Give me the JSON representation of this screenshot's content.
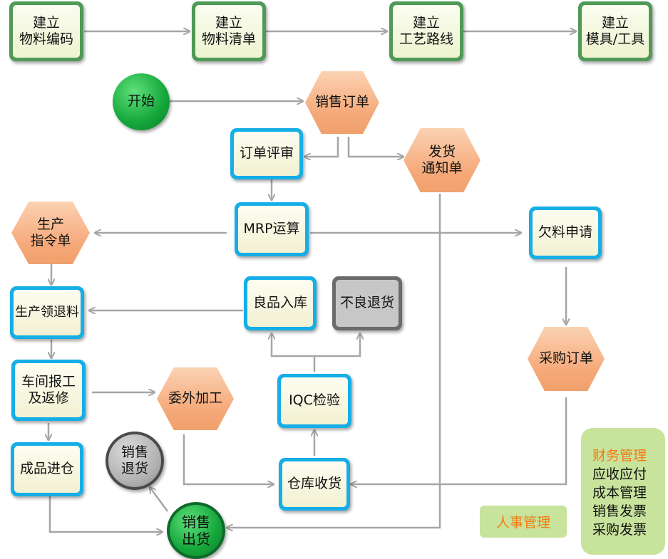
{
  "nodes": {
    "build_material_code": "建立\n物料编码",
    "build_bom": "建立\n物料清单",
    "build_routing": "建立\n工艺路线",
    "build_mold_tool": "建立\n模具/工具",
    "start": "开始",
    "sales_order": "销售订单",
    "order_review": "订单评审",
    "delivery_notice": "发货\n通知单",
    "mrp_calc": "MRP运算",
    "production_order": "生产\n指令单",
    "shortage_request": "欠料申请",
    "good_inbound": "良品入库",
    "defect_return": "不良退货",
    "production_issue_return": "生产领退料",
    "workshop_report_rework": "车间报工\n及返修",
    "outsourcing": "委外加工",
    "iqc_inspection": "IQC检验",
    "purchase_order": "采购订单",
    "finished_goods_inbound": "成品进仓",
    "sales_return": "销售\n退货",
    "warehouse_receipt": "仓库收货",
    "sales_shipment": "销售\n出货"
  },
  "legend": {
    "finance_title": "财务管理",
    "finance_items": [
      "应收应付",
      "成本管理",
      "销售发票",
      "采购发票"
    ],
    "hr": "人事管理"
  },
  "colors": {
    "green_box_border": "#4e9a56",
    "blue_box_border": "#16aee6",
    "hexagon_fill": "#f5a878",
    "circle_green": "#14a63a",
    "legend_fill": "#c8e39c",
    "legend_highlight": "#f47b12",
    "arrow": "#a6a6a6"
  }
}
